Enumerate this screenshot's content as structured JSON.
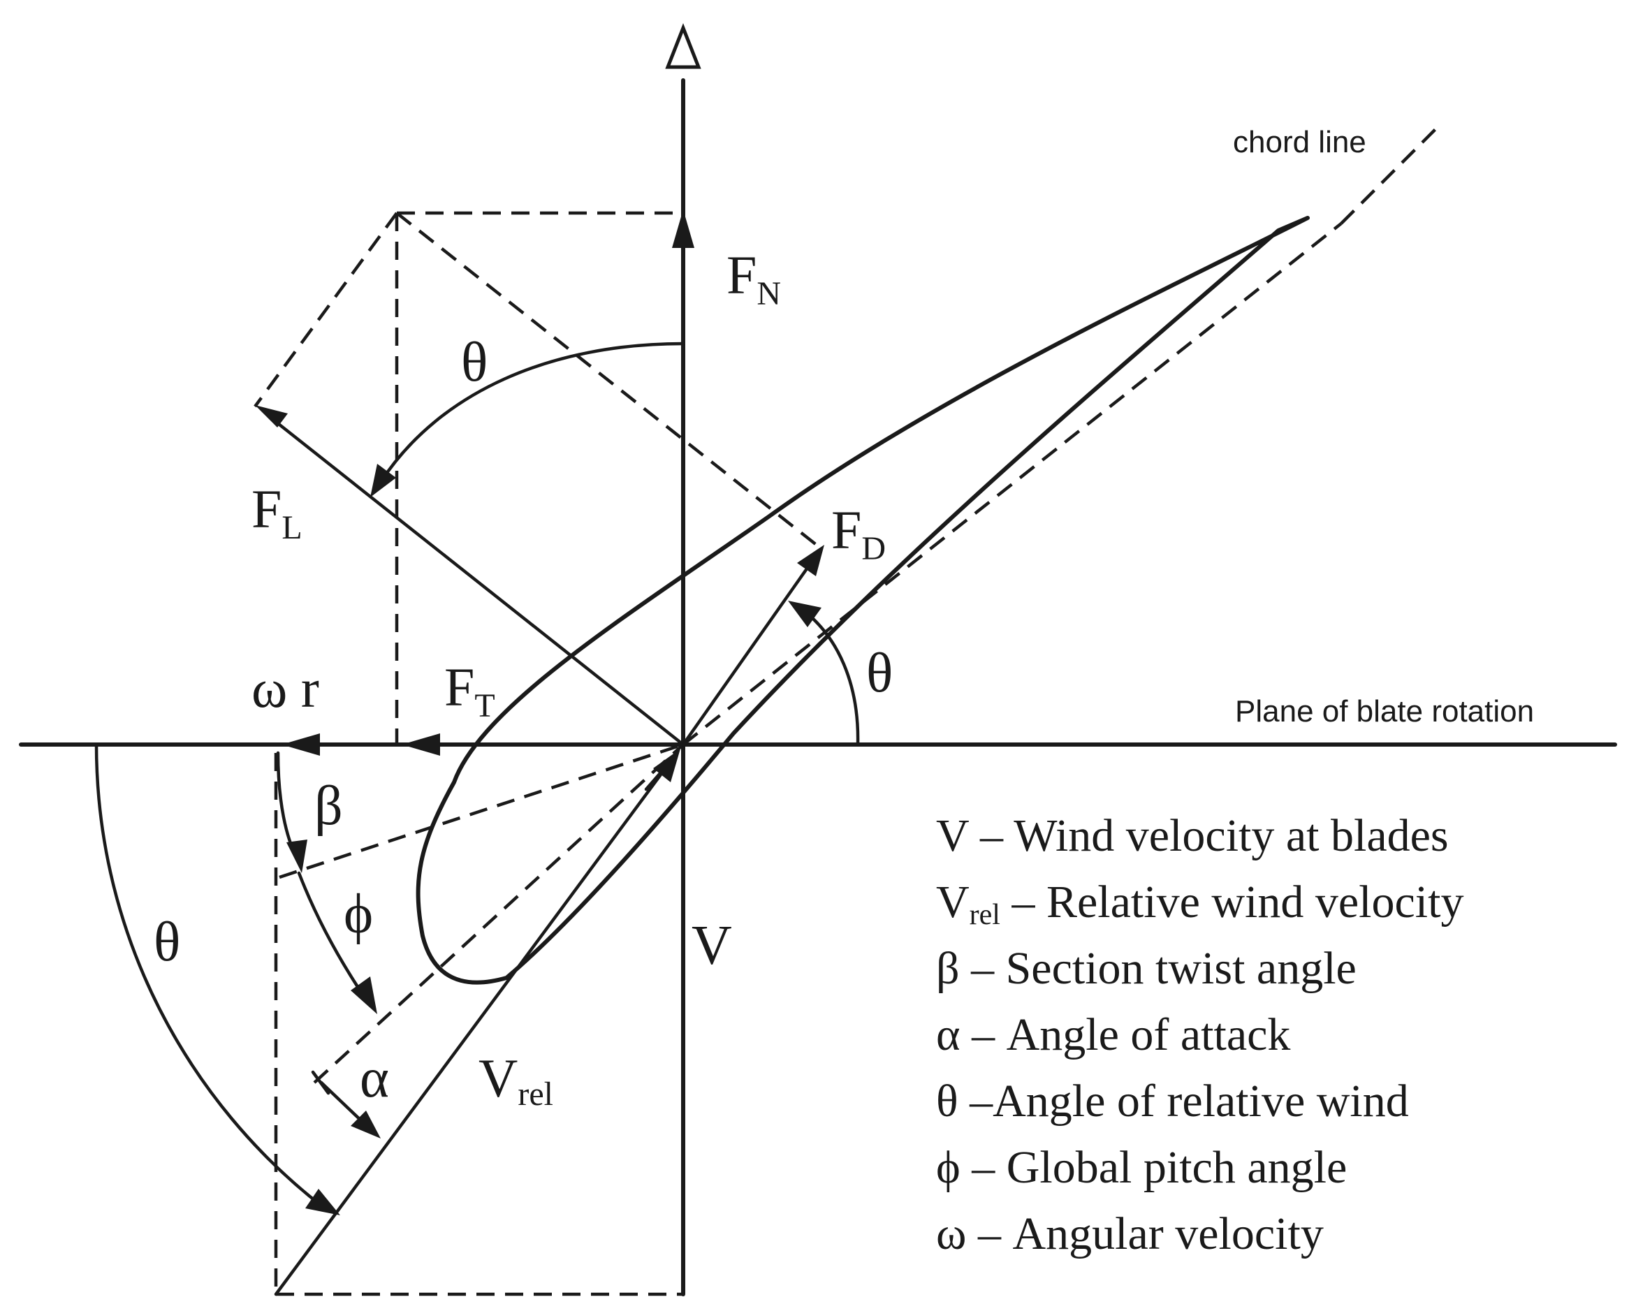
{
  "labels": {
    "FN": {
      "main": "F",
      "sub": "N"
    },
    "FL": {
      "main": "F",
      "sub": "L"
    },
    "FD": {
      "main": "F",
      "sub": "D"
    },
    "FT": {
      "main": "F",
      "sub": "T"
    },
    "omega_r": "ω r",
    "theta": "θ",
    "beta": "β",
    "phi": "ϕ",
    "alpha": "α",
    "V": "V",
    "Vrel": {
      "main": "V",
      "sub": "rel"
    },
    "chord_line": "chord line",
    "plane_rotation": "Plane of blate rotation"
  },
  "legend": [
    {
      "symbol": "V",
      "sub": "",
      "text": " – Wind velocity at blades"
    },
    {
      "symbol": "V",
      "sub": "rel",
      "text": " – Relative wind velocity"
    },
    {
      "symbol": "β",
      "sub": "",
      "text": " – Section twist angle"
    },
    {
      "symbol": "α",
      "sub": "",
      "text": " – Angle of attack"
    },
    {
      "symbol": "θ",
      "sub": "",
      "text": " –Angle of relative wind"
    },
    {
      "symbol": "ϕ",
      "sub": "",
      "text": " – Global pitch angle"
    },
    {
      "symbol": "ω",
      "sub": "",
      "text": " – Angular velocity"
    }
  ]
}
